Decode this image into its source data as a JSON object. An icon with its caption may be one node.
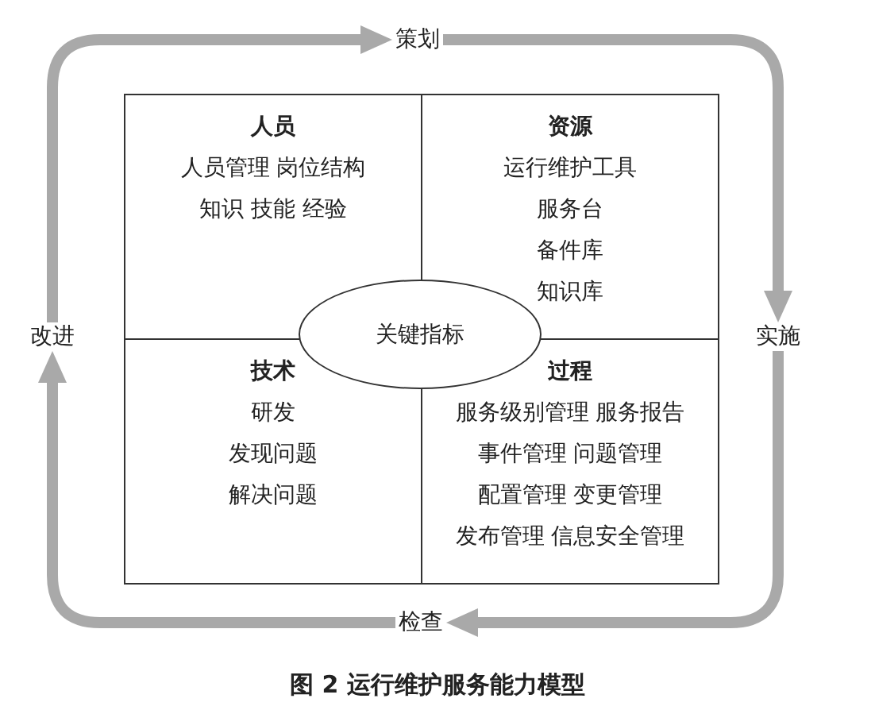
{
  "diagram": {
    "caption": "图 2 运行维护服务能力模型",
    "nodes": [
      {
        "text": [
          "策划"
        ]
      },
      {
        "text": [
          "人员",
          "人员管理 岗位结构",
          "知识 技能 经验"
        ]
      },
      {
        "text": [
          "资源",
          "运行维护工具",
          "服务台",
          "备件库",
          "知识库"
        ]
      },
      {
        "text": [
          "改进"
        ]
      },
      {
        "text": [
          "关键指标"
        ]
      },
      {
        "text": [
          "实施"
        ]
      },
      {
        "text": [
          "技术",
          "研发",
          "发现问题",
          "解决问题"
        ]
      },
      {
        "text": [
          "过程",
          "服务级别管理 服务报告",
          "事件管理 问题管理",
          "配置管理 变更管理",
          "发布管理 信息安全管理"
        ]
      },
      {
        "text": [
          "检查"
        ]
      }
    ],
    "edges": [
      {
        "from": 3,
        "to": 0,
        "arrow": "to"
      },
      {
        "from": 0,
        "to": 5,
        "arrow": "to"
      },
      {
        "from": 5,
        "to": 8,
        "arrow": "to"
      },
      {
        "from": 8,
        "to": 3,
        "arrow": "to"
      }
    ]
  }
}
